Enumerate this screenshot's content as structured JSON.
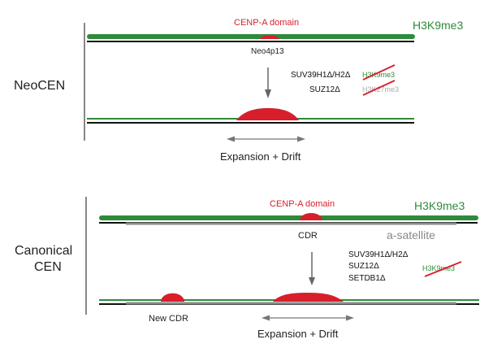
{
  "panels": {
    "neocen": {
      "label": "NeoCEN",
      "domain_label": "CENP-A domain",
      "mark_label": "H3K9me3",
      "locus_label": "Neo4p13",
      "knockouts": [
        "SUV39H1Δ/H2Δ",
        "SUZ12Δ"
      ],
      "lost_marks": [
        {
          "text": "H3K9me3",
          "color": "#2e8b3a"
        },
        {
          "text": "H3K27me3",
          "color": "#aaaaaa"
        }
      ],
      "result_label": "Expansion + Drift"
    },
    "canonical": {
      "label_line1": "Canonical",
      "label_line2": "CEN",
      "domain_label": "CENP-A domain",
      "mark_label": "H3K9me3",
      "locus_label": "CDR",
      "satellite_label": "a-satellite",
      "knockouts": [
        "SUV39H1Δ/H2Δ",
        "SUZ12Δ",
        "SETDB1Δ"
      ],
      "lost_marks": [
        {
          "text": "H3K9me3",
          "color": "#2e8b3a"
        }
      ],
      "new_domain_label": "New CDR",
      "result_label": "Expansion + Drift"
    }
  },
  "colors": {
    "chromatin_green": "#2e8b3a",
    "cenpa_red": "#d71f2c",
    "dna_black": "#111111",
    "satellite_gray": "#8a8a8a",
    "arrow_gray": "#666666",
    "strike_red": "#d71f2c"
  }
}
